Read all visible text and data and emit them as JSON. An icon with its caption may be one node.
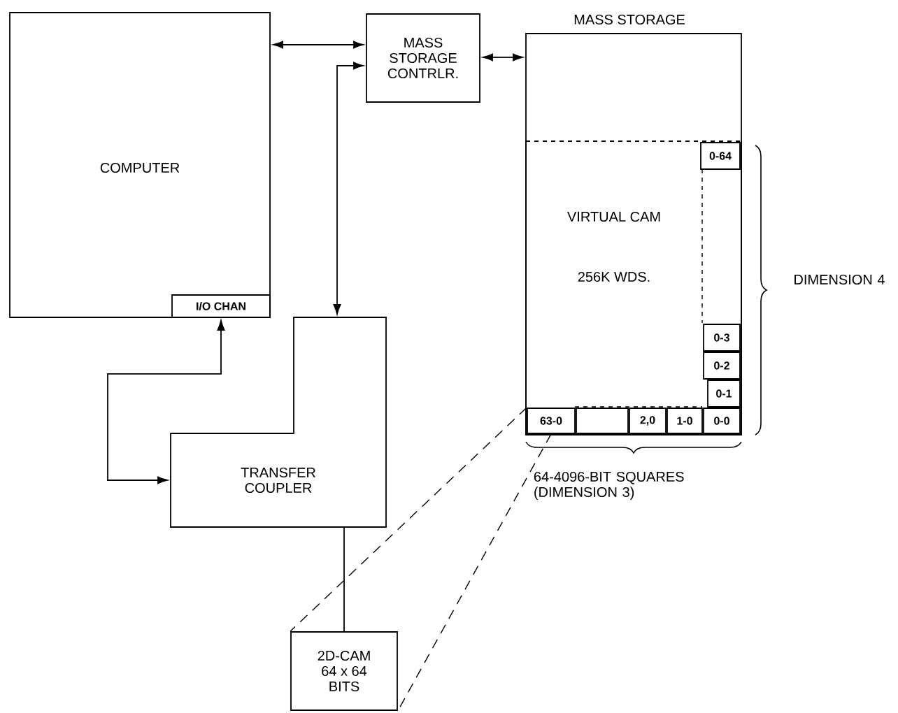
{
  "diagram": {
    "nodes": [
      {
        "text": [
          "COMPUTER"
        ]
      },
      {
        "text": [
          "I/O CHAN"
        ],
        "in": 0
      },
      {
        "text": [
          "MASS STORAGE CONTRLR."
        ]
      },
      {
        "text": [
          "MASS STORAGE"
        ]
      },
      {
        "text": [
          "VIRTUAL CAM",
          "256K WDS."
        ],
        "in": 3
      },
      {
        "text": [
          "0-64"
        ],
        "in": 4
      },
      {
        "text": [
          "0-3"
        ],
        "in": 4
      },
      {
        "text": [
          "0-2"
        ],
        "in": 4
      },
      {
        "text": [
          "0-1"
        ],
        "in": 4
      },
      {
        "text": [
          "63-0"
        ],
        "in": 4
      },
      {
        "text": [],
        "shape": "box",
        "in": 4
      },
      {
        "text": [
          "2,0"
        ],
        "in": 4
      },
      {
        "text": [
          "1-0"
        ],
        "in": 4
      },
      {
        "text": [
          "0-0"
        ],
        "in": 4
      },
      {
        "text": [
          "TRANSFER COUPLER"
        ]
      },
      {
        "text": [
          "2D-CAM 64 x 64 BITS"
        ]
      }
    ],
    "edges": [
      {
        "from": 0,
        "to": 2,
        "arrow": "both"
      },
      {
        "from": 2,
        "to": 3,
        "arrow": "both"
      },
      {
        "from": 2,
        "to": 14,
        "arrow": "both"
      },
      {
        "from": 1,
        "to": 14,
        "arrow": "both"
      },
      {
        "from": 14,
        "to": 15,
        "arrow": "none"
      },
      {
        "from": 9,
        "to": 15,
        "arrow": "none",
        "style": "dashed"
      },
      {
        "from": 9,
        "to": 15,
        "arrow": "none",
        "style": "dashed"
      }
    ],
    "labels": [
      "DIMENSION 4",
      "64-4096-BIT SQUARES (DIMENSION 3)"
    ]
  }
}
